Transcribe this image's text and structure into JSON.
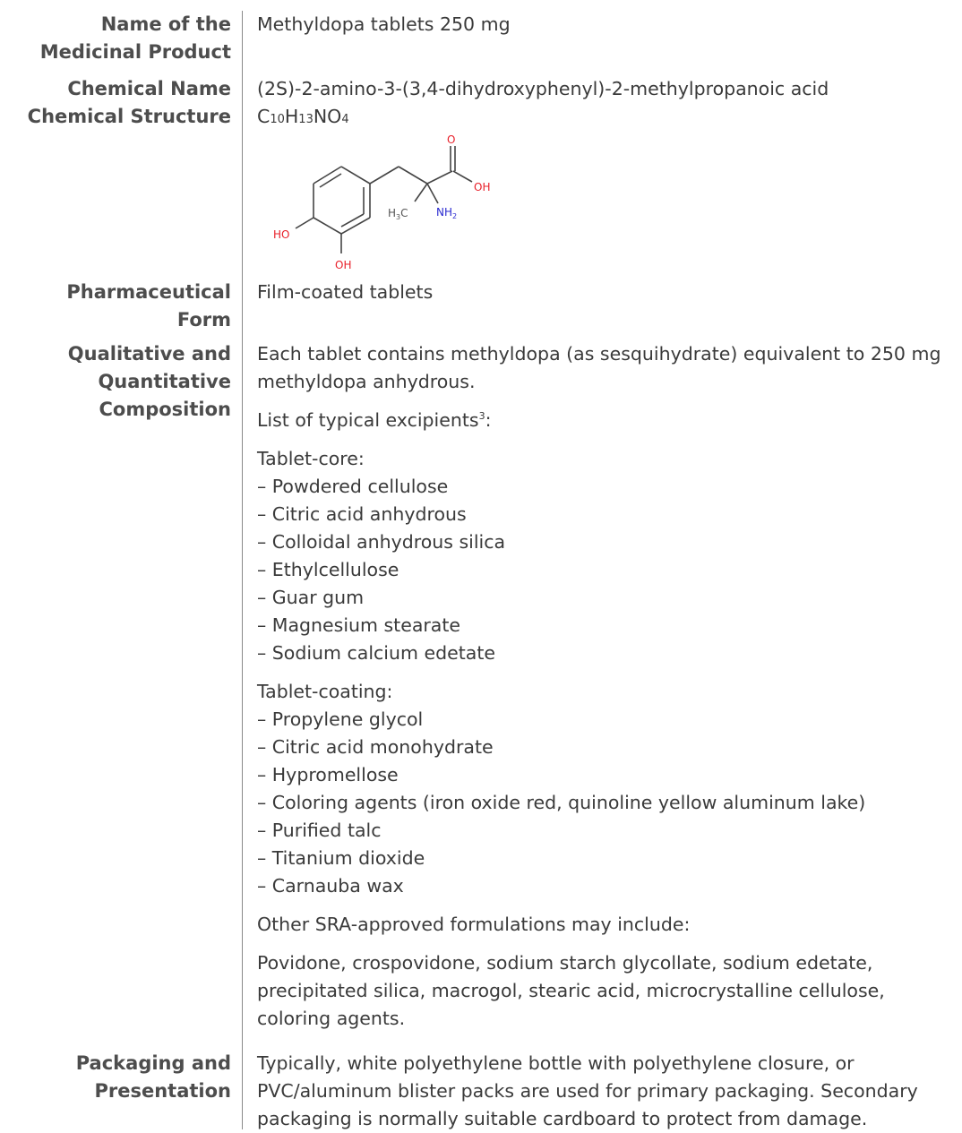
{
  "sections": [
    {
      "label_lines": [
        "Name of the",
        "Medicinal Product"
      ],
      "value": "Methyldopa tablets 250 mg"
    },
    {
      "label_lines": [
        "Chemical Name"
      ],
      "value": "(2S)-2-amino-3-(3,4-dihydroxyphenyl)-2-methylpropanoic acid"
    },
    {
      "label_lines": [
        "Chemical Structure"
      ],
      "formula": {
        "c": "C",
        "c_n": "10",
        "h": "H",
        "h_n": "13",
        "rest": "NO",
        "o_n": "4"
      }
    },
    {
      "label_lines": [
        "Pharmaceutical",
        "Form"
      ],
      "value": "Film-coated tablets"
    },
    {
      "label_lines": [
        "Qualitative and",
        "Quantitative",
        "Composition"
      ],
      "paragraphs": [
        "Each tablet contains methyldopa (as sesquihydrate) equivalent to 250 mg methyldopa anhydrous."
      ],
      "excipients_intro": "List of typical excipients",
      "excipients_ref": "3",
      "excipients_colon": ":",
      "core_title": "Tablet-core:",
      "core_items": [
        "– Powdered cellulose",
        "– Citric acid anhydrous",
        "– Colloidal anhydrous silica",
        "– Ethylcellulose",
        "– Guar gum",
        "– Magnesium stearate",
        "– Sodium calcium edetate"
      ],
      "coating_title": "Tablet-coating:",
      "coating_items": [
        "– Propylene glycol",
        "– Citric acid monohydrate",
        "– Hypromellose",
        "– Coloring agents (iron oxide red, quinoline yellow aluminum lake)",
        "– Purified talc",
        "– Titanium dioxide",
        "– Carnauba wax"
      ],
      "other_intro": "Other SRA-approved formulations may include:",
      "other_text": "Povidone, crospovidone, sodium starch glycollate, sodium edetate, precipitated silica, macrogol, stearic acid, microcrystalline cellulose, coloring agents."
    },
    {
      "label_lines": [
        "Packaging and",
        "Presentation"
      ],
      "value": "Typically, white polyethylene bottle with polyethylene closure, or PVC/aluminum blister packs are used for primary packaging. Secondary packaging is normally suitable cardboard to protect from damage."
    }
  ],
  "structure_labels": {
    "o": "O",
    "oh": "OH",
    "ho": "HO",
    "oh2": "OH",
    "ch3_h": "H",
    "ch3_n": "3",
    "ch3_c": "C",
    "nh_n": "NH",
    "nh_sub": "2"
  },
  "colors": {
    "oxygen": "#e8202a",
    "nitrogen": "#2a2ad0",
    "bond": "#444444",
    "label": "#4d4d4d"
  }
}
